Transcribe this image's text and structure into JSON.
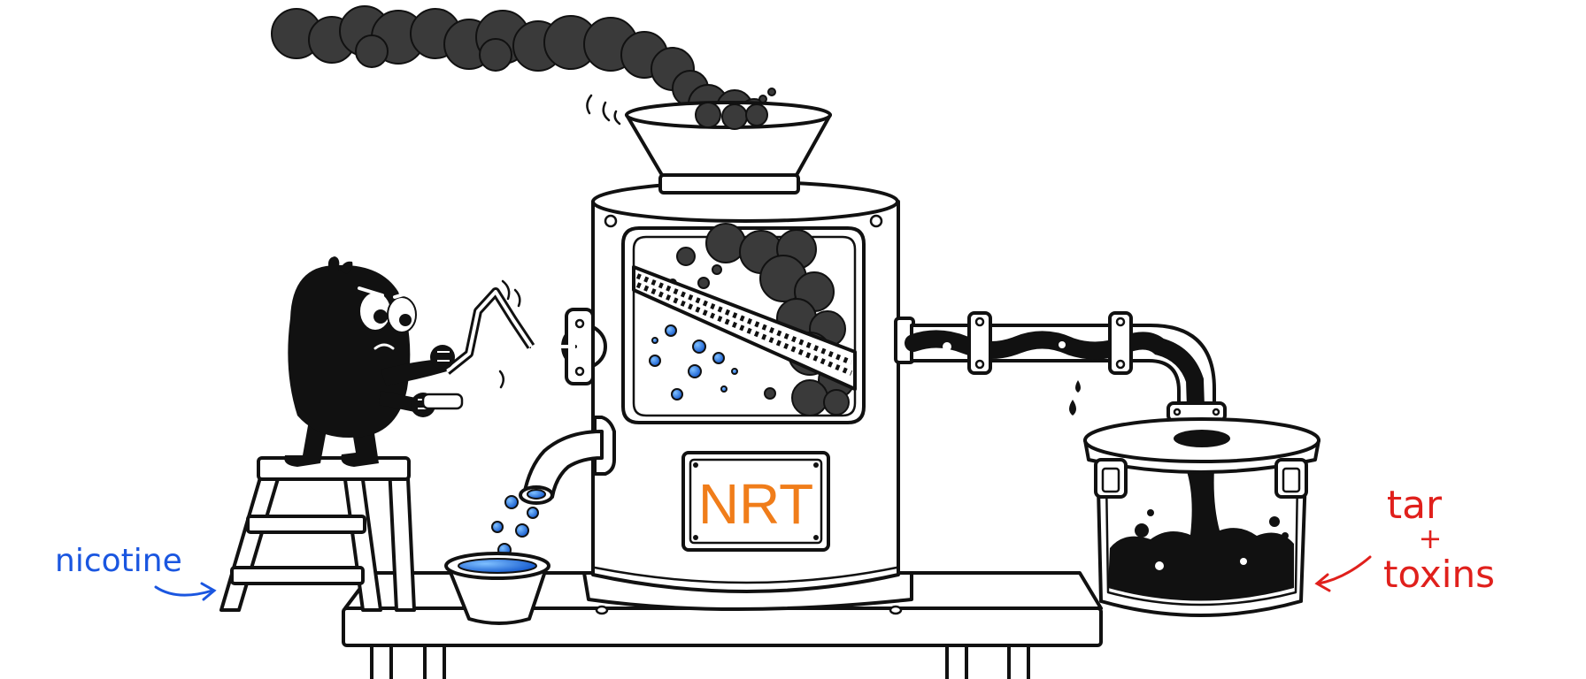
{
  "machine": {
    "plate_label": "NRT",
    "plate_color": "#f07d1a"
  },
  "annotations": {
    "nicotine": {
      "text": "nicotine",
      "color": "#1a56e0"
    },
    "tar_line1": {
      "text": "tar",
      "color": "#e0201c"
    },
    "tar_plus": {
      "text": "+",
      "color": "#e0201c"
    },
    "tar_line2": {
      "text": "toxins",
      "color": "#e0201c"
    }
  },
  "colors": {
    "ink": "#111111",
    "smoke": "#3a3a3a",
    "water": "#2b7fe0",
    "background": "#ffffff"
  }
}
